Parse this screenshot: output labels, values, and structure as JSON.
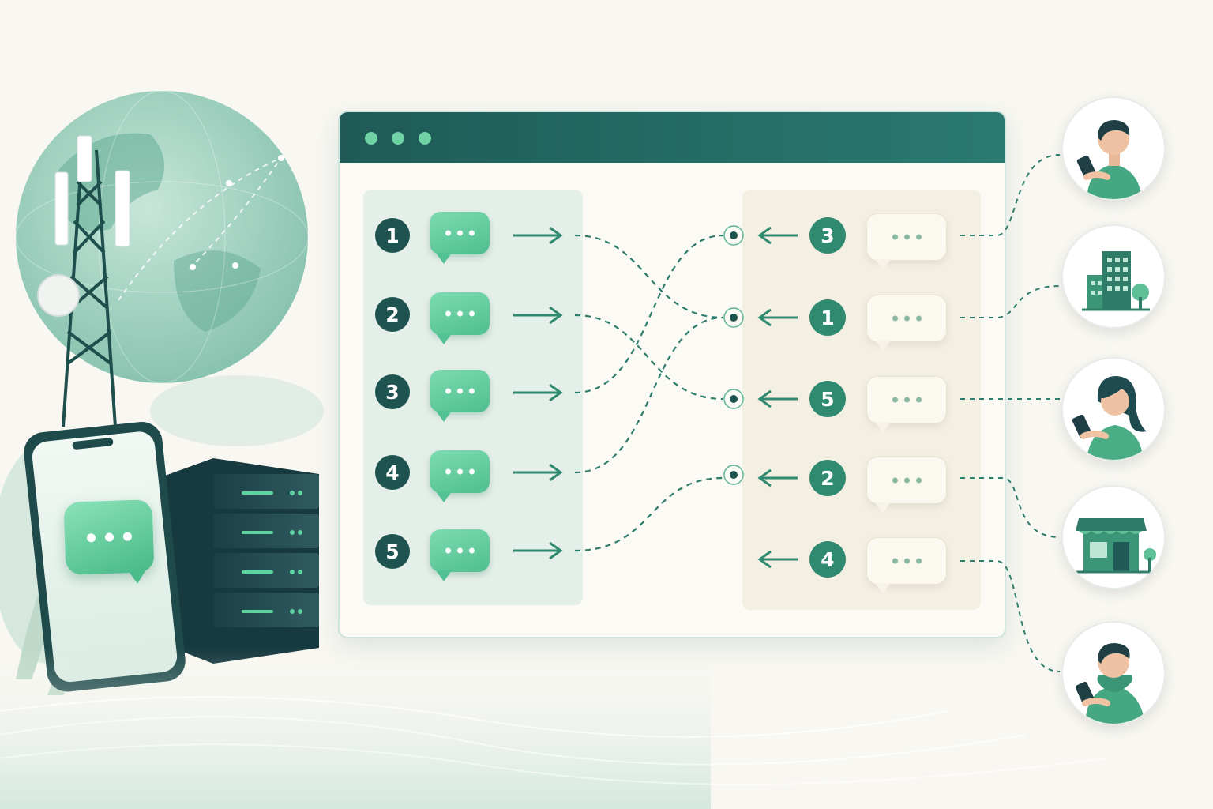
{
  "window": {
    "left_column": [
      {
        "number": "1"
      },
      {
        "number": "2"
      },
      {
        "number": "3"
      },
      {
        "number": "4"
      },
      {
        "number": "5"
      }
    ],
    "right_column": [
      {
        "number": "3"
      },
      {
        "number": "1"
      },
      {
        "number": "5"
      },
      {
        "number": "2"
      },
      {
        "number": "4"
      }
    ]
  },
  "recipients": [
    {
      "icon": "man-with-phone-icon"
    },
    {
      "icon": "office-building-icon"
    },
    {
      "icon": "woman-with-phone-icon"
    },
    {
      "icon": "storefront-icon"
    },
    {
      "icon": "man-in-hoodie-with-phone-icon"
    }
  ],
  "colors": {
    "dark_teal": "#1e5350",
    "accent_green": "#2f8a70",
    "bubble_green": "#5fc99a",
    "panel_left": "#e4efe9",
    "panel_right": "#f4efe3"
  }
}
